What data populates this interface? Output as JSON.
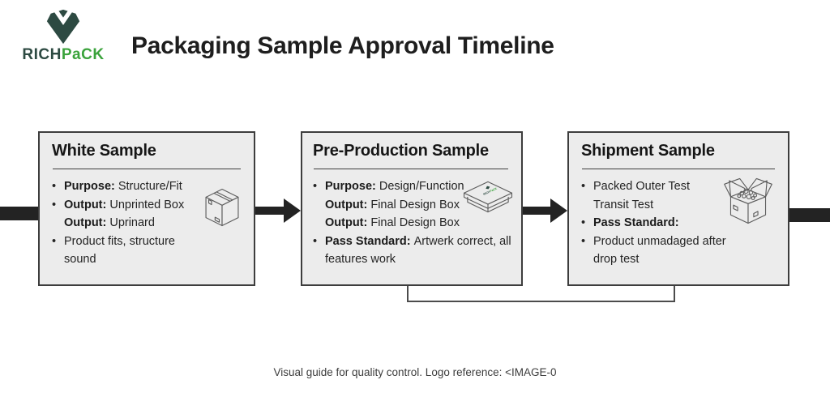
{
  "logo": {
    "brand_left": "RICH",
    "brand_right": "PaCK"
  },
  "header": {
    "title": "Packaging Sample Approval Timeline"
  },
  "stages": [
    {
      "title": "White Sample",
      "icon": "closed-box-icon",
      "items": [
        {
          "marker": "•",
          "label": "Purpose:",
          "text": "Structure/Fit"
        },
        {
          "marker": "•",
          "label": "Output:",
          "text": "Unprinted Box"
        },
        {
          "marker": "",
          "label": "Output:",
          "text": "Uprinard"
        },
        {
          "marker": "•",
          "label": "",
          "text": "Product fits, structure sound"
        }
      ]
    },
    {
      "title": "Pre-Production Sample",
      "icon": "lidded-box-icon",
      "items": [
        {
          "marker": "•",
          "label": "Purpose:",
          "text": "Design/Function"
        },
        {
          "marker": "",
          "label": "Output:",
          "text": "Final Design Box"
        },
        {
          "marker": "",
          "label": "Output:",
          "text": "Final Design Box"
        },
        {
          "marker": "•",
          "label": "Pass Standard:",
          "text": "Artwerk correct, all features work"
        }
      ]
    },
    {
      "title": "Shipment Sample",
      "icon": "open-box-icon",
      "items": [
        {
          "marker": "•",
          "label": "",
          "text": "Packed Outer Test"
        },
        {
          "marker": "",
          "label": "",
          "text": "Transit Test"
        },
        {
          "marker": "•",
          "label": "Pass Standard:",
          "text": ""
        },
        {
          "marker": "•",
          "label": "",
          "text": "Product unmadaged after drop test"
        }
      ]
    }
  ],
  "footer": {
    "caption": "Visual guide for quality control. Logo reference: <IMAGE-0"
  },
  "colors": {
    "brand_teal": "#2d4a42",
    "brand_green": "#3ba33c",
    "box_fill": "#ececec",
    "box_border": "#3d3d3d",
    "arrow_black": "#232323",
    "connector_gray": "#4c4c4c"
  }
}
